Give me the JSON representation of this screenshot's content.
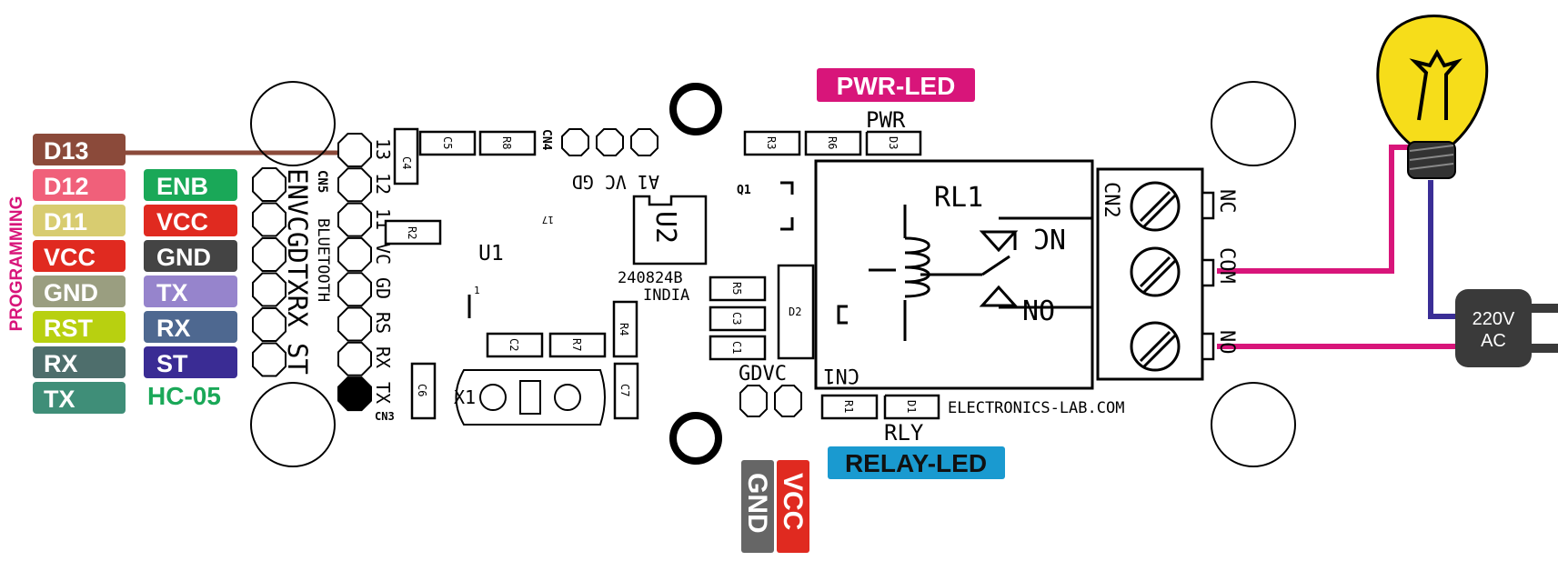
{
  "programming_label": "PROGRAMMING",
  "programming_pins": [
    {
      "label": "D13",
      "color": "#8B4A3A"
    },
    {
      "label": "D12",
      "color": "#F0607A"
    },
    {
      "label": "D11",
      "color": "#D8CC70"
    },
    {
      "label": "VCC",
      "color": "#E02A20"
    },
    {
      "label": "GND",
      "color": "#9A9E80"
    },
    {
      "label": "RST",
      "color": "#B8D010"
    },
    {
      "label": "RX",
      "color": "#4E6E6C"
    },
    {
      "label": "TX",
      "color": "#3F8E78"
    }
  ],
  "hc05_pins": [
    {
      "label": "ENB",
      "color": "#1AA858"
    },
    {
      "label": "VCC",
      "color": "#E02A20"
    },
    {
      "label": "GND",
      "color": "#444444"
    },
    {
      "label": "TX",
      "color": "#9684CC"
    },
    {
      "label": "RX",
      "color": "#4E6890"
    },
    {
      "label": "ST",
      "color": "#3A2C94"
    }
  ],
  "hc05_label": "HC-05",
  "pwr_led_label": "PWR-LED",
  "relay_led_label": "RELAY-LED",
  "power_pins": [
    {
      "label": "GND",
      "color": "#666666"
    },
    {
      "label": "VCC",
      "color": "#E02A20"
    }
  ],
  "ac_plug_label": "220V\nAC",
  "ac_plug_line1": "220V",
  "ac_plug_line2": "AC",
  "silkscreen": {
    "cn5": "CN5",
    "bluetooth": "BLUETOOTH",
    "bt_pin_names": "ENVCGDTXRX ST",
    "cn3_pins": [
      "13",
      "12",
      "11",
      "VC",
      "GD",
      "RS",
      "RX",
      "TX"
    ],
    "cn3": "CN3",
    "cn4": "CN4",
    "cn4_pins": "A1 VC GD",
    "u1": "U1",
    "u1_pin": "1",
    "u1_pin17": "17",
    "u2": "U2",
    "batch": "240824B",
    "country": "INDIA",
    "q1": "Q1",
    "rl1": "RL1",
    "cn2": "CN2",
    "nc_coil": "NC",
    "no_coil": "NO",
    "nc": "NC",
    "com": "COM",
    "no": "NO",
    "cn1": "CN1",
    "cn1_pins": "GDVC",
    "pwr": "PWR",
    "rly": "RLY",
    "website": "ELECTRONICS-LAB.COM",
    "x1": "X1",
    "parts": [
      "C4",
      "C5",
      "R8",
      "R2",
      "R3",
      "R6",
      "D3",
      "C2",
      "R7",
      "R4",
      "C6",
      "C7",
      "R5",
      "C3",
      "C1",
      "D2",
      "R1",
      "D1"
    ]
  },
  "wire_colors": {
    "d13": "#8B4A3A",
    "ac_live": "#D8157A",
    "ac_neutral": "#3A2E96"
  },
  "label_colors": {
    "pwr_led": "#D8157A",
    "relay_led": "#1A9AD0",
    "hc05": "#1AA858",
    "programming": "#D8157A",
    "bulb": "#F6DD1A"
  }
}
